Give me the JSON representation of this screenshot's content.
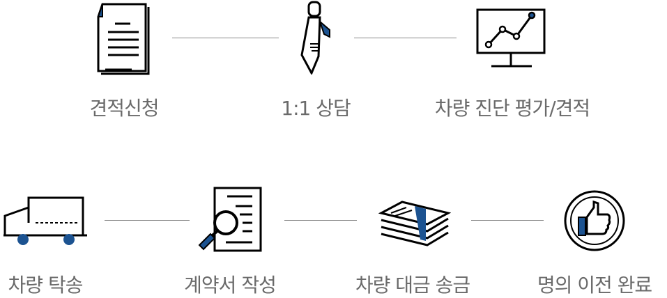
{
  "colors": {
    "accent": "#1c5391",
    "line": "#888888",
    "text": "#6a6a6a"
  },
  "steps": [
    {
      "label": "견적신청",
      "icon": "document-icon"
    },
    {
      "label": "1:1 상담",
      "icon": "tie-icon"
    },
    {
      "label": "차량 진단 평가/견적",
      "icon": "monitor-chart-icon"
    },
    {
      "label": "차량 탁송",
      "icon": "truck-icon"
    },
    {
      "label": "계약서 작성",
      "icon": "contract-magnifier-icon"
    },
    {
      "label": "차량 대금 송금",
      "icon": "money-stack-icon"
    },
    {
      "label": "명의 이전 완료",
      "icon": "thumbs-up-icon"
    }
  ]
}
